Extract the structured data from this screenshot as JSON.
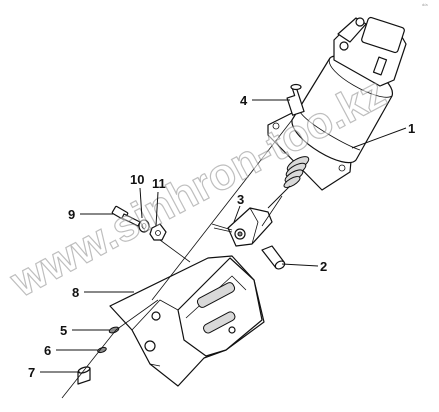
{
  "callouts": {
    "c1": "1",
    "c2": "2",
    "c3": "3",
    "c4": "4",
    "c5": "5",
    "c6": "6",
    "c7": "7",
    "c8": "8",
    "c9": "9",
    "c10": "10",
    "c11": "11"
  },
  "watermark": "www.sinhron-too.kz",
  "corner_mark": "d/a"
}
